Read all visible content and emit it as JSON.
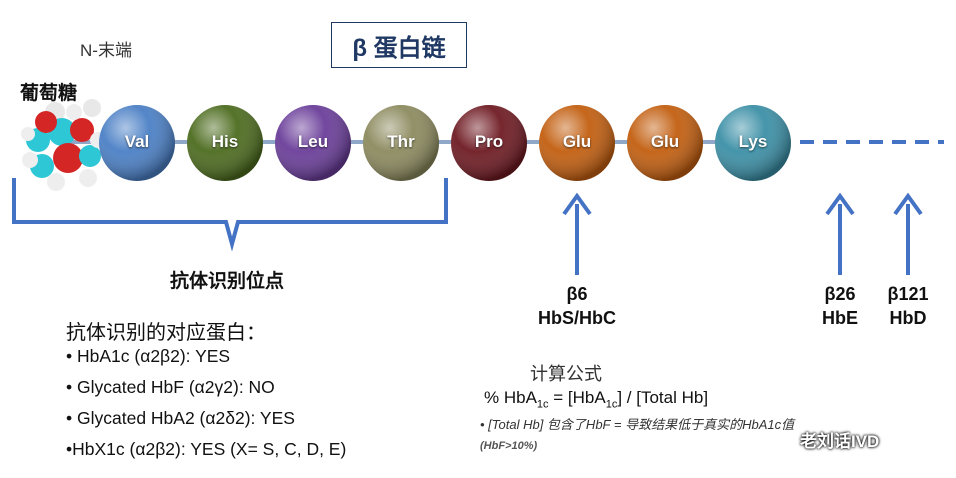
{
  "header": {
    "n_terminus": "N-末端",
    "title": "β 蛋白链",
    "glucose_label": "葡萄糖"
  },
  "chain": {
    "residues": [
      {
        "label": "Val",
        "color": "#4a7fc5"
      },
      {
        "label": "His",
        "color": "#4c6b1e"
      },
      {
        "label": "Leu",
        "color": "#6a3d99"
      },
      {
        "label": "Thr",
        "color": "#8c8a5e"
      },
      {
        "label": "Pro",
        "color": "#6e1a22"
      },
      {
        "label": "Glu",
        "color": "#c25e0f"
      },
      {
        "label": "Glu",
        "color": "#c25e0f"
      },
      {
        "label": "Lys",
        "color": "#3b8fa6"
      }
    ],
    "line_color": "#4472c4"
  },
  "epitope_label": "抗体识别位点",
  "variants": [
    {
      "pos": "β6",
      "name": "HbS/HbC"
    },
    {
      "pos": "β26",
      "name": "HbE"
    },
    {
      "pos": "β121",
      "name": "HbD"
    }
  ],
  "specificity": {
    "title": "抗体识别的对应蛋白：",
    "items": [
      "• HbA1c (α2β2): YES",
      "• Glycated HbF (α2γ2): NO",
      "• Glycated HbA2 (α2δ2): YES",
      "•HbX1c (α2β2): YES (X= S, C, D, E)"
    ]
  },
  "formula": {
    "title": "计算公式",
    "prefix": "% HbA",
    "sub1": "1c",
    "mid": " = [HbA",
    "sub2": "1c",
    "suffix": "] / [Total Hb]",
    "note": "• [Total Hb] 包含了HbF = 导致结果低于真实的HbA1c值",
    "note2": "(HbF>10%)"
  },
  "watermark": "老刘话IVD"
}
